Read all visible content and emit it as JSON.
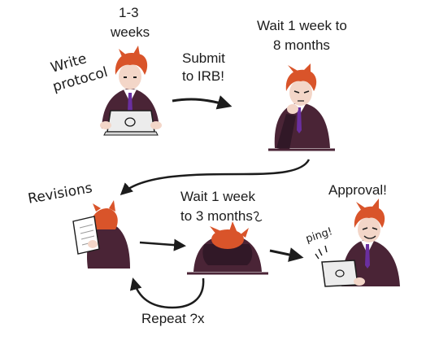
{
  "labels": {
    "write_protocol_line1": "Write",
    "write_protocol_line2": "protocol",
    "duration_write_line1": "1-3",
    "duration_write_line2": "weeks",
    "submit_line1": "Submit",
    "submit_line2": "to IRB!",
    "wait_first_line1": "Wait 1 week to",
    "wait_first_line2": "8 months",
    "revisions": "Revisions",
    "wait_second_line1": "Wait 1 week",
    "wait_second_line2": "to 3 months",
    "approval": "Approval!",
    "ping": "ping!",
    "repeat": "Repeat ?x"
  },
  "icons": {
    "character": "character-icon",
    "laptop": "laptop-icon",
    "paper": "paper-icon",
    "arrow": "arrow-icon"
  },
  "colors": {
    "hair": "#d9542a",
    "hair_dark": "#a8391a",
    "jacket": "#4a2436",
    "jacket_dark": "#311827",
    "tie": "#6a2fa0",
    "skin": "#f3d6c8",
    "ink": "#1c1c1c",
    "laptop": "#ececec"
  }
}
